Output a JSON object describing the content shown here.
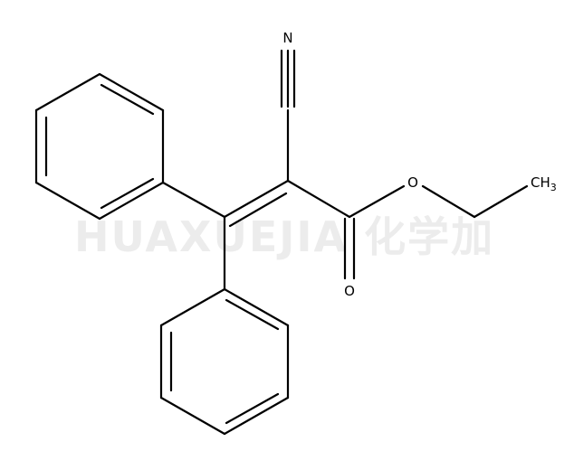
{
  "watermark": {
    "text": "HUAXUEJIA 化学加",
    "color": "#ececec"
  },
  "atoms": {
    "nitrogen": "N",
    "ester_oxygen": "O",
    "carbonyl_oxygen": "O",
    "methyl_c": "CH",
    "methyl_sub": "3"
  },
  "colors": {
    "bond": "#000000",
    "background": "#ffffff"
  }
}
